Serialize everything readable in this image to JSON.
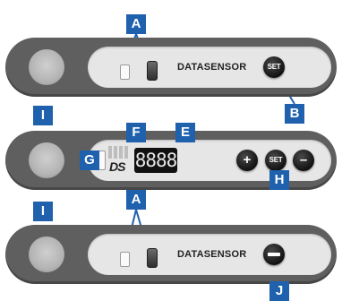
{
  "labels": {
    "A": "A",
    "B": "B",
    "E": "E",
    "F": "F",
    "G": "G",
    "H": "H",
    "I": "I",
    "J": "J"
  },
  "brand": "DATASENSOR",
  "buttons": {
    "set": "SET",
    "plus": "+",
    "minus": "–"
  },
  "display_value": "8888",
  "ds_logo": "DS",
  "colors": {
    "label_bg": "#1f61ad",
    "panel": "#5f5f5f",
    "plate": "#e6e6e6"
  }
}
